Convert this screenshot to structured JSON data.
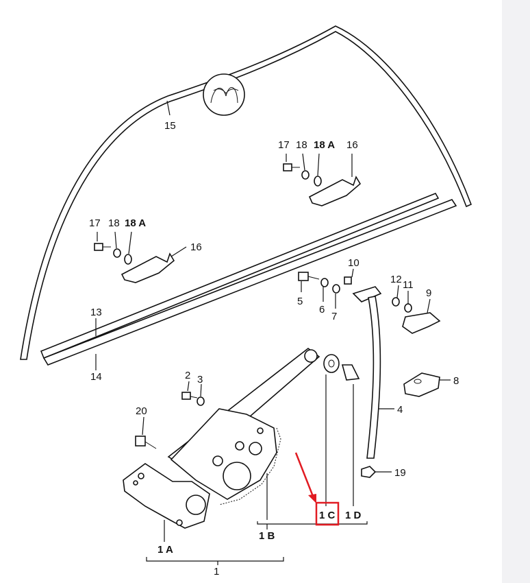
{
  "diagram": {
    "callouts": {
      "c15": "15",
      "c17a": "17",
      "c18a": "18",
      "c18Aa": "18 A",
      "c16a": "16",
      "c17b": "17",
      "c18b": "18",
      "c18Ab": "18 A",
      "c16b": "16",
      "c10": "10",
      "c12": "12",
      "c11": "11",
      "c9": "9",
      "c5": "5",
      "c6": "6",
      "c7": "7",
      "c13": "13",
      "c14": "14",
      "c2": "2",
      "c3": "3",
      "c20": "20",
      "c8": "8",
      "c4": "4",
      "c19": "19",
      "c1C": "1 C",
      "c1D": "1 D",
      "c1B": "1 B",
      "c1A": "1 A",
      "c1": "1"
    },
    "highlight": {
      "target": "1 C",
      "box_color": "#e11b22",
      "arrow_color": "#e11b22"
    },
    "line_color": "#111111"
  }
}
